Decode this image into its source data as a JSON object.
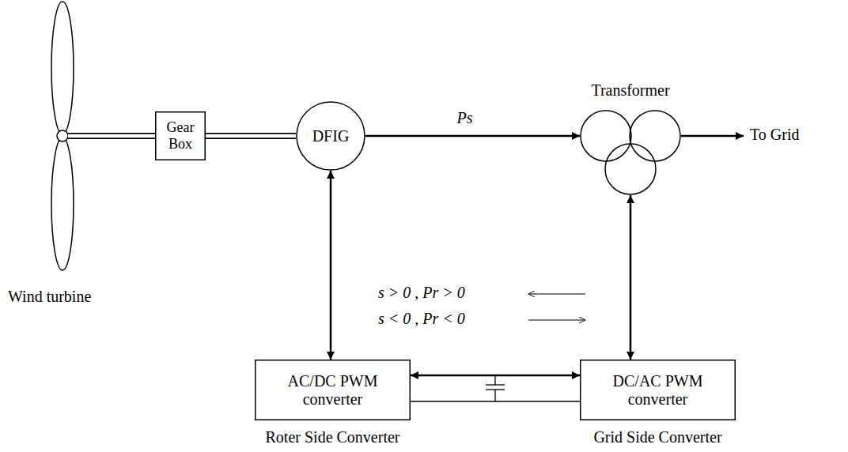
{
  "diagram": {
    "nodes": [
      {
        "text": [
          "Gear Box"
        ]
      },
      {
        "text": [
          "DFIG"
        ]
      },
      {
        "text": [
          "Transformer"
        ]
      },
      {
        "text": [
          "AC/DC PWM converter",
          "Roter Side Converter"
        ]
      },
      {
        "text": [
          "DC/AC PWM converter",
          "Grid Side Converter"
        ]
      }
    ],
    "edges": [
      {
        "from": 0,
        "to": 1,
        "arrow": "none"
      },
      {
        "from": 1,
        "to": 2,
        "arrow": "to",
        "label": "Ps"
      },
      {
        "from": 1,
        "to": 3,
        "arrow": "both"
      },
      {
        "from": 3,
        "to": 4,
        "arrow": "both"
      },
      {
        "from": 2,
        "to": 4,
        "arrow": "both"
      }
    ],
    "labels": [
      "Wind turbine",
      "To Grid",
      "s > 0 , Pr > 0",
      "s < 0 , Pr < 0"
    ]
  }
}
